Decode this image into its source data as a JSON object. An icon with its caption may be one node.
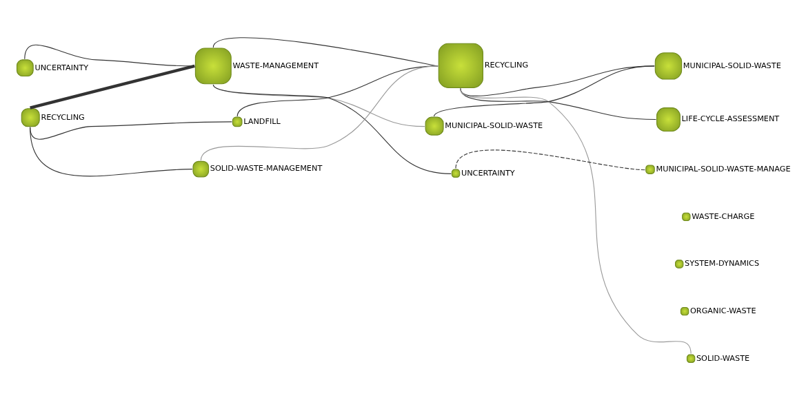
{
  "diagram": {
    "nodes": [
      {
        "text": [
          "UNCERTAINTY"
        ]
      },
      {
        "text": [
          "RECYCLING"
        ]
      },
      {
        "text": [
          "WASTE-MANAGEMENT"
        ]
      },
      {
        "text": [
          "LANDFILL"
        ]
      },
      {
        "text": [
          "SOLID-WASTE-MANAGEMENT"
        ]
      },
      {
        "text": [
          "RECYCLING"
        ]
      },
      {
        "text": [
          "MUNICIPAL-SOLID-WASTE"
        ]
      },
      {
        "text": [
          "UNCERTAINTY"
        ]
      },
      {
        "text": [
          "MUNICIPAL-SOLID-WASTE"
        ]
      },
      {
        "text": [
          "LIFE-CYCLE-ASSESSMENT"
        ]
      },
      {
        "text": [
          "MUNICIPAL-SOLID-WASTE-MANAGE"
        ]
      },
      {
        "text": [
          "WASTE-CHARGE"
        ]
      },
      {
        "text": [
          "SYSTEM-DYNAMICS"
        ]
      },
      {
        "text": [
          "ORGANIC-WASTE"
        ]
      },
      {
        "text": [
          "SOLID-WASTE"
        ]
      }
    ],
    "edges": [
      {
        "from": 0,
        "to": 2,
        "arrow": "none"
      },
      {
        "from": 1,
        "to": 2,
        "arrow": "none",
        "style": "thick"
      },
      {
        "from": 1,
        "to": 3,
        "arrow": "none"
      },
      {
        "from": 1,
        "to": 4,
        "arrow": "none"
      },
      {
        "from": 2,
        "to": 5,
        "arrow": "none"
      },
      {
        "from": 2,
        "to": 6,
        "arrow": "none",
        "color": "#999999"
      },
      {
        "from": 2,
        "to": 7,
        "arrow": "none"
      },
      {
        "from": 3,
        "to": 5,
        "arrow": "none"
      },
      {
        "from": 4,
        "to": 5,
        "arrow": "none",
        "color": "#999999"
      },
      {
        "from": 5,
        "to": 8,
        "arrow": "none"
      },
      {
        "from": 5,
        "to": 9,
        "arrow": "none"
      },
      {
        "from": 5,
        "to": 14,
        "arrow": "none",
        "color": "#999999"
      },
      {
        "from": 6,
        "to": 8,
        "arrow": "none"
      },
      {
        "from": 7,
        "to": 10,
        "arrow": "none",
        "style": "dashed"
      }
    ]
  }
}
